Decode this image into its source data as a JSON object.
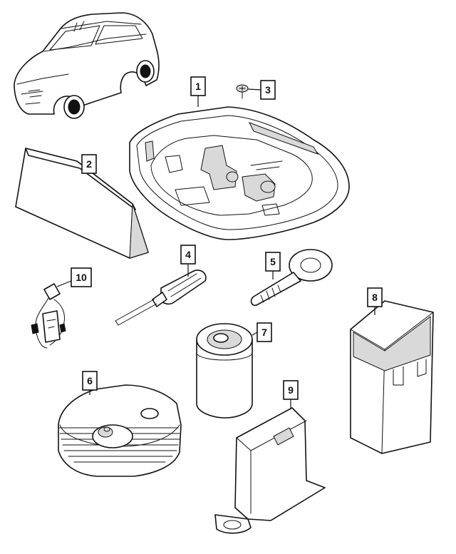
{
  "callouts": [
    {
      "id": "1",
      "label": "1"
    },
    {
      "id": "2",
      "label": "2"
    },
    {
      "id": "3",
      "label": "3"
    },
    {
      "id": "4",
      "label": "4"
    },
    {
      "id": "5",
      "label": "5"
    },
    {
      "id": "6",
      "label": "6"
    },
    {
      "id": "7",
      "label": "7"
    },
    {
      "id": "8",
      "label": "8"
    },
    {
      "id": "9",
      "label": "9"
    },
    {
      "id": "10",
      "label": "10"
    }
  ],
  "parts": [
    {
      "callout": "1",
      "icon": "trunk-storage-tray-icon"
    },
    {
      "callout": "2",
      "icon": "wedge-block-icon"
    },
    {
      "callout": "3",
      "icon": "screw-icon"
    },
    {
      "callout": "4",
      "icon": "screwdriver-icon"
    },
    {
      "callout": "5",
      "icon": "tow-eye-icon"
    },
    {
      "callout": "6",
      "icon": "air-compressor-icon"
    },
    {
      "callout": "7",
      "icon": "sealant-canister-icon"
    },
    {
      "callout": "8",
      "icon": "kit-box-icon"
    },
    {
      "callout": "9",
      "icon": "mounting-bracket-icon"
    },
    {
      "callout": "10",
      "icon": "power-cable-icon"
    }
  ],
  "vehicle": {
    "icon": "car-icon"
  },
  "colors": {
    "line": "#111111",
    "background": "#ffffff",
    "shade": "#d9d9d9"
  }
}
